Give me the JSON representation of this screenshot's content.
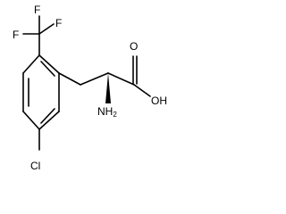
{
  "molecule": {
    "atoms": {
      "f_top_left": "F",
      "f_top_right": "F",
      "f_left": "F",
      "oxygen_carbonyl": "O",
      "hydroxyl": "OH",
      "amine_main": "NH",
      "amine_sub": "2",
      "chlorine": "Cl"
    }
  },
  "colors": {
    "bond": "#000000",
    "label": "#000000",
    "background": "#ffffff"
  }
}
